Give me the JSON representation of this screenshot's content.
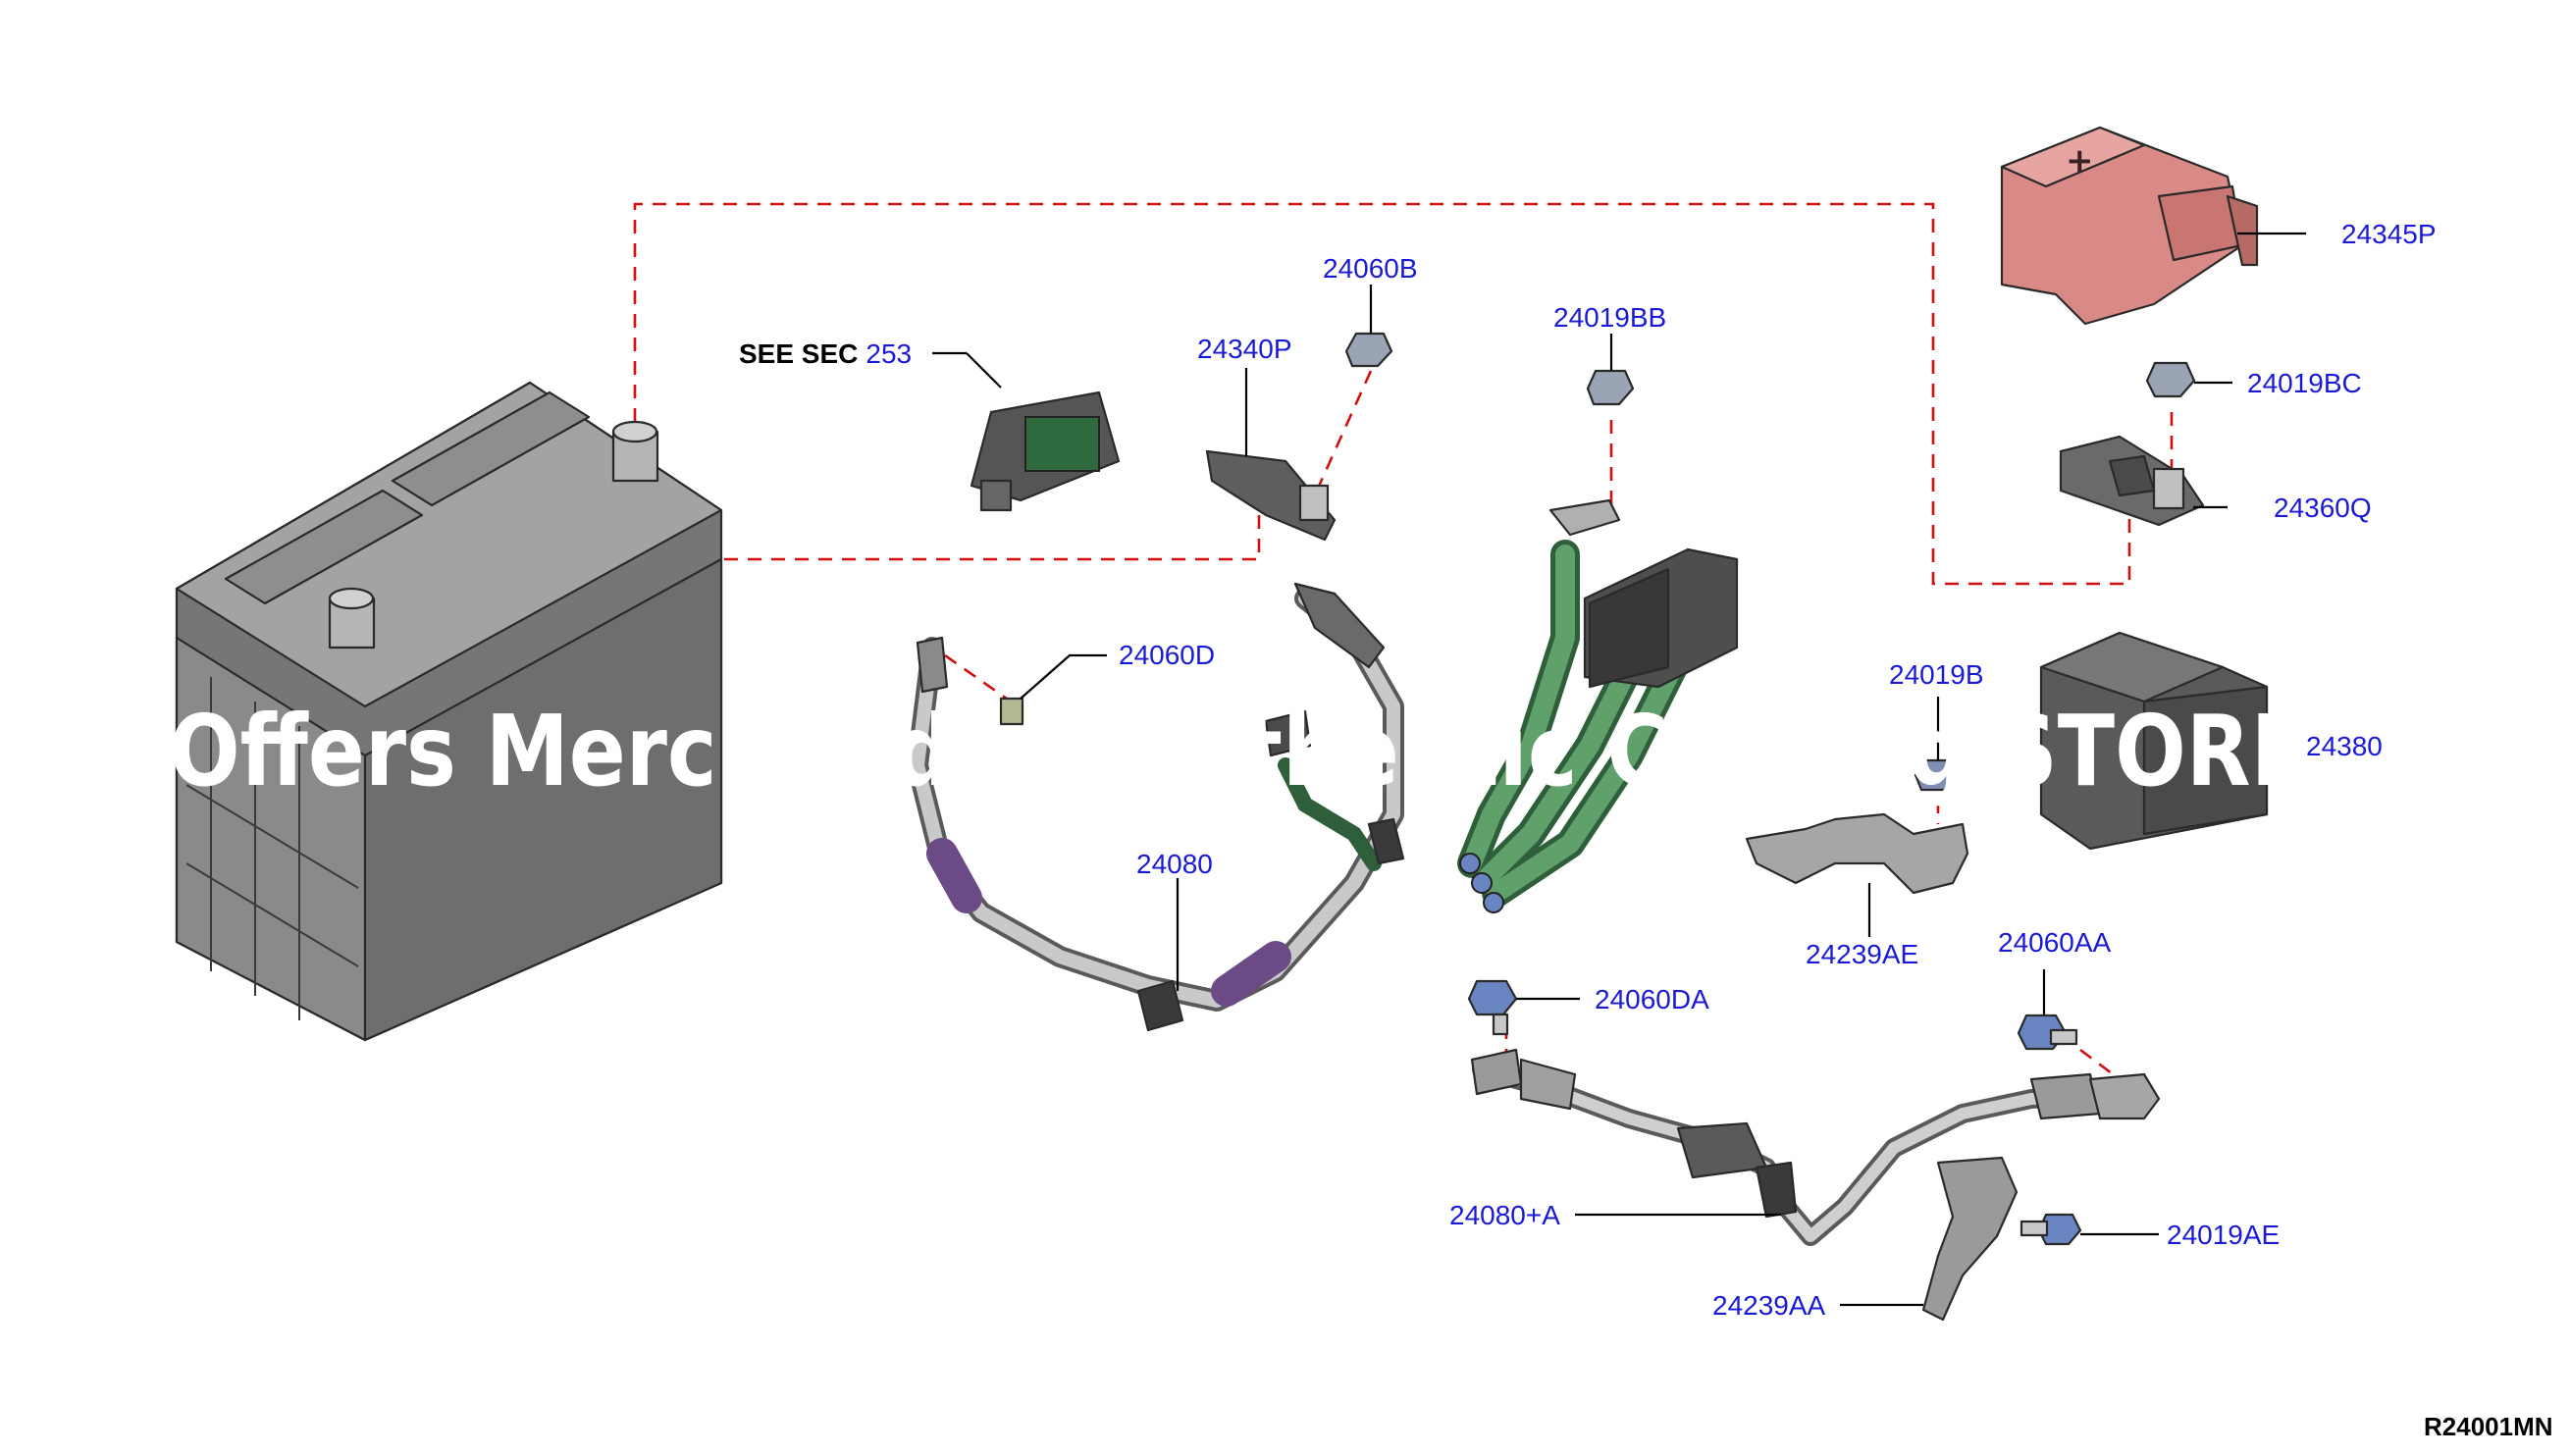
{
  "diagram_id": "R24001MN",
  "see_sec": {
    "prefix": "SEE SEC",
    "number": "253"
  },
  "watermark": "Offers Merchandise Authentic Catalog STORE",
  "callouts": {
    "p24345P": "24345P",
    "p24019BC": "24019BC",
    "p24360Q": "24360Q",
    "p24380": "24380",
    "p24060B": "24060B",
    "p24340P": "24340P",
    "p24019BB": "24019BB",
    "p24060D": "24060D",
    "p24080": "24080",
    "p24019B": "24019B",
    "p24239AE": "24239AE",
    "p24060AA": "24060AA",
    "p24060DA": "24060DA",
    "p24080A": "24080+A",
    "p24019AE": "24019AE",
    "p24239AA": "24239AA"
  },
  "colors": {
    "callout_text": "#1a1ad6",
    "dashed_link": "#d01010",
    "battery_gray": "#8a8a8a",
    "terminal_cover": "#d98a86",
    "harness_green": "#4f8a5a",
    "sleeve_purple": "#6b4a86",
    "bracket_gray": "#a6a6a6",
    "background": "#ffffff"
  },
  "icons": {
    "plus": "plus-sign-icon",
    "minus": "minus-sign-icon"
  }
}
